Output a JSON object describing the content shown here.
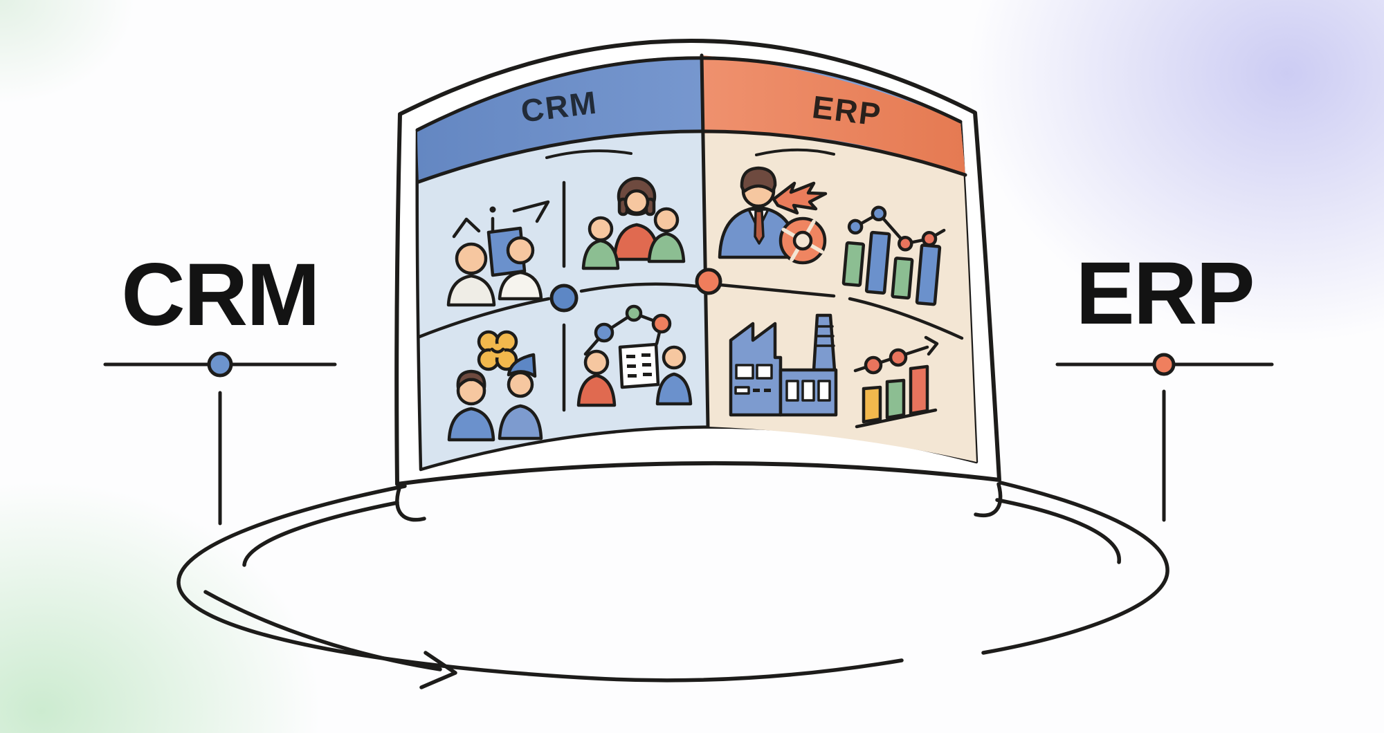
{
  "title": "CRM and ERP integration cycle diagram",
  "left_label": {
    "text": "CRM"
  },
  "right_label": {
    "text": "ERP"
  },
  "panel": {
    "crm_header": "CRM",
    "erp_header": "ERP",
    "crm_quadrant_icons": [
      "presentation-people-icon",
      "customer-group-icon",
      "engagement-flower-people-icon",
      "network-document-people-icon"
    ],
    "erp_quadrant_icons": [
      "executive-pie-chart-icon",
      "bar-line-chart-icon",
      "factory-icon",
      "growth-arrow-chart-icon"
    ]
  },
  "markers": {
    "crm_dot_color": "#6d94cd",
    "erp_dot_color": "#ef7f5e"
  },
  "colors": {
    "outline": "#1d1c1a",
    "crm_header_fill": "#7b9cd4",
    "erp_header_fill": "#e98261",
    "crm_body_fill": "#d8e4f0",
    "erp_body_fill": "#f3e6d4",
    "accent_blue": "#6b91cc",
    "accent_green": "#8cbe92",
    "accent_red": "#e06a50",
    "accent_yellow": "#f2b84d",
    "background_tint_right": "#c7c7f2",
    "background_tint_left": "#c4e8c8"
  }
}
